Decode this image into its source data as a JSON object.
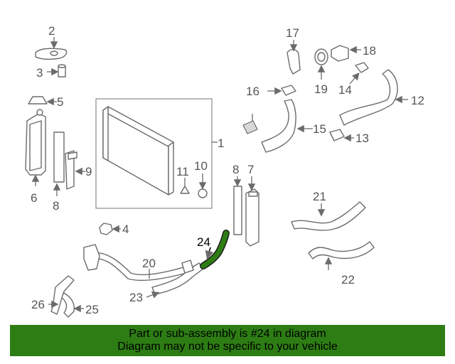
{
  "labels": {
    "n1": "1",
    "n2": "2",
    "n3": "3",
    "n4": "4",
    "n5": "5",
    "n6": "6",
    "n7": "7",
    "n8a": "8",
    "n8b": "8",
    "n9": "9",
    "n10": "10",
    "n11": "11",
    "n12": "12",
    "n13": "13",
    "n14": "14",
    "n15": "15",
    "n16": "16",
    "n17": "17",
    "n18": "18",
    "n19": "19",
    "n20": "20",
    "n21": "21",
    "n22": "22",
    "n23": "23",
    "n24": "24",
    "n25": "25",
    "n26": "26"
  },
  "highlight_color": "#2d7d14",
  "footer": {
    "line1": "Part or sub-assembly is #24 in diagram",
    "line2": "Diagram may not be specific to your vehicle"
  }
}
